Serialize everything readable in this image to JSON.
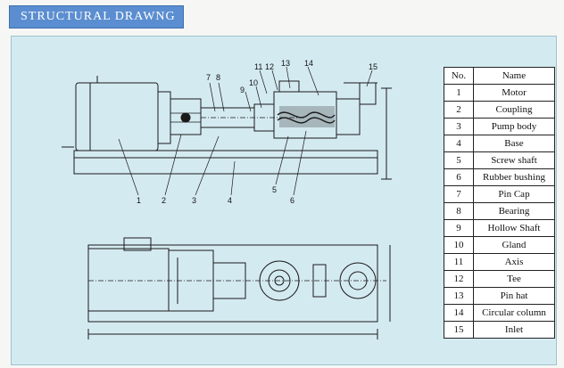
{
  "title": "STRUCTURAL DRAWNG",
  "table": {
    "headers": [
      "No.",
      "Name"
    ],
    "rows": [
      {
        "no": "1",
        "name": "Motor"
      },
      {
        "no": "2",
        "name": "Coupling"
      },
      {
        "no": "3",
        "name": "Pump body"
      },
      {
        "no": "4",
        "name": "Base"
      },
      {
        "no": "5",
        "name": "Screw shaft"
      },
      {
        "no": "6",
        "name": "Rubber bushing"
      },
      {
        "no": "7",
        "name": "Pin Cap"
      },
      {
        "no": "8",
        "name": "Bearing"
      },
      {
        "no": "9",
        "name": "Hollow Shaft"
      },
      {
        "no": "10",
        "name": "Gland"
      },
      {
        "no": "11",
        "name": "Axis"
      },
      {
        "no": "12",
        "name": "Tee"
      },
      {
        "no": "13",
        "name": "Pin hat"
      },
      {
        "no": "14",
        "name": "Circular column"
      },
      {
        "no": "15",
        "name": "Inlet"
      }
    ]
  },
  "callouts": [
    "1",
    "2",
    "3",
    "4",
    "5",
    "6",
    "7",
    "8",
    "9",
    "10",
    "11",
    "12",
    "13",
    "14",
    "15"
  ]
}
